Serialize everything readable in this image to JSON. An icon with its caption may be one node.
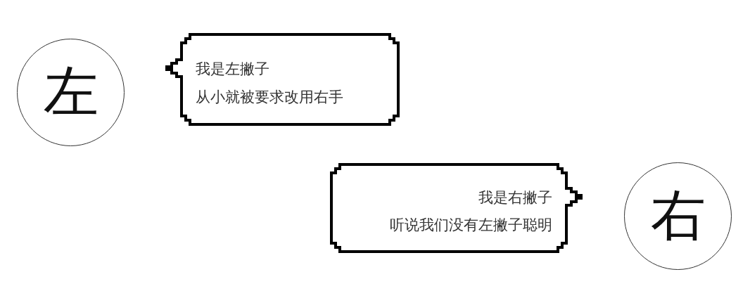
{
  "diagram": {
    "nodes": [
      {
        "text": [
          "左"
        ]
      },
      {
        "text": [
          "我是左撇子",
          "从小就被要求改用右手"
        ]
      },
      {
        "text": [
          "我是右撇子",
          "听说我们没有左撇子聪明"
        ]
      },
      {
        "text": [
          "右"
        ]
      }
    ]
  }
}
